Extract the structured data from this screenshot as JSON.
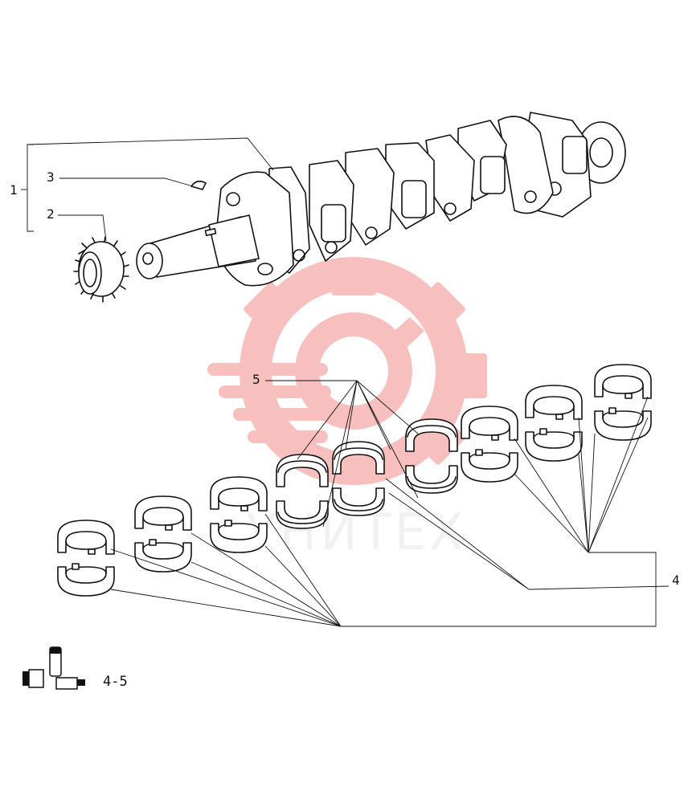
{
  "callouts": {
    "c1": "1",
    "c2": "2",
    "c3": "3",
    "c4": "4",
    "c5": "5"
  },
  "reference": {
    "label": "4-5",
    "icon": "tools-reference-icon"
  },
  "watermark": {
    "text": "УНИТЕХ",
    "icon": "gear-wrench-watermark-icon",
    "color": "#e8413c"
  }
}
